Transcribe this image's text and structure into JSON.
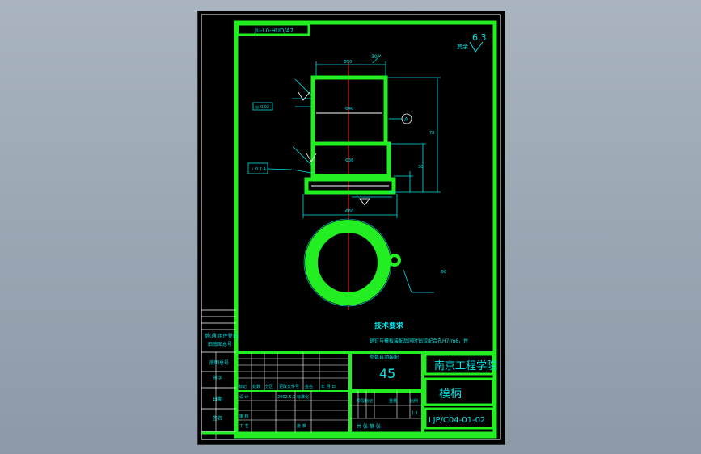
{
  "drawing": {
    "top_code": "JU-L0-HUD/A7",
    "roughness": {
      "label": "其余",
      "value": "6.3"
    },
    "datum": "A",
    "tech_req": {
      "title": "技术要求",
      "note": "销钉与模板装配后同时钻铰配合孔H7/m6，并"
    },
    "left_strip": {
      "small": [
        "借(通)用件登记",
        "旧底图总号"
      ],
      "items": [
        "底图总号",
        "签字",
        "日期",
        "签名"
      ]
    },
    "title_block": {
      "school": "南京工程学院",
      "part_name": "模柄",
      "drawing_no": "LJP/C04-01-02",
      "material": "45",
      "small_label": "参数自动装配",
      "columns": [
        "标记",
        "处数",
        "分区",
        "更改文件号",
        "签名",
        "年 月 日"
      ],
      "design_label": "设 计",
      "design_date": "2002.5.0",
      "std_label": "标准化",
      "review_label": "审 核",
      "process_label": "工 艺",
      "approve_label": "批 准",
      "stage_label": "阶段标记",
      "weight_label": "重量",
      "scale_label": "比例",
      "scale_value": "1:1",
      "sheet_text": "共 张 第 张"
    }
  }
}
